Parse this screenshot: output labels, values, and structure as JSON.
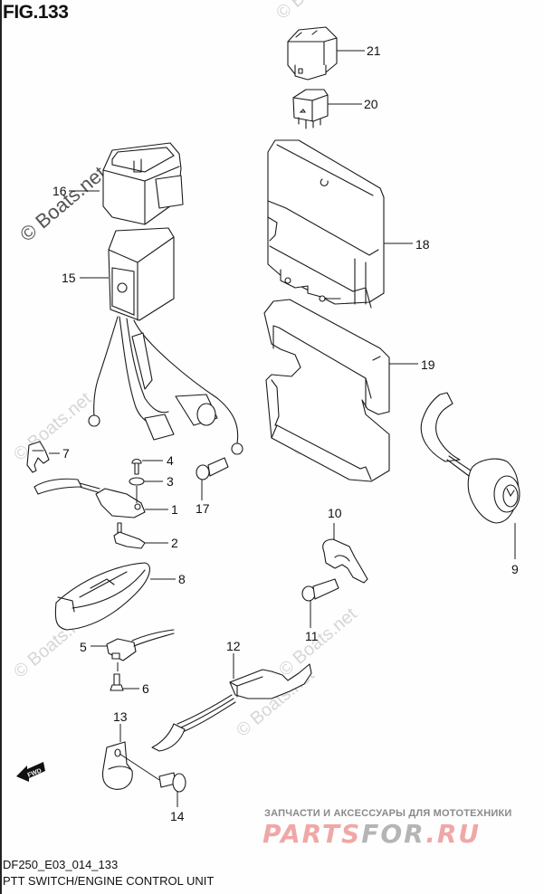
{
  "figure": {
    "title": "FIG.133",
    "code": "DF250_E03_014_133",
    "name": "PTT SWITCH/ENGINE CONTROL UNIT"
  },
  "callouts": [
    "1",
    "2",
    "3",
    "4",
    "5",
    "6",
    "7",
    "8",
    "9",
    "10",
    "11",
    "12",
    "13",
    "14",
    "15",
    "16",
    "17",
    "18",
    "19",
    "20",
    "21"
  ],
  "watermark": {
    "text": "© Boats.net"
  },
  "direction_indicator": {
    "label": "FWD"
  },
  "promo": {
    "subtitle": "ЗАПЧАСТИ И АКСЕССУАРЫ ДЛЯ МОТОТЕХНИКИ",
    "logo_part1": "PARTS",
    "logo_part2": "FOR",
    "logo_part3": ".RU"
  }
}
